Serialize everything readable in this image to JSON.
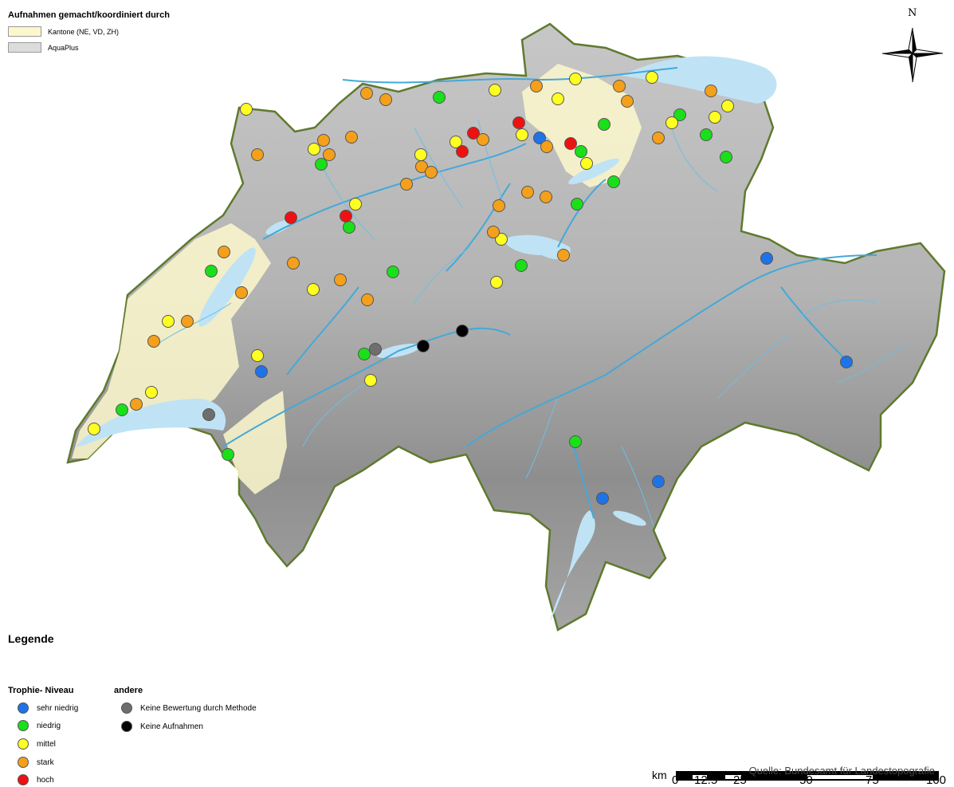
{
  "title": "Aufnahmen gemacht/koordiniert durch",
  "providers": [
    {
      "label": "Kantone (NE, VD, ZH)",
      "color": "#fbf8cc"
    },
    {
      "label": "AquaPlus",
      "color": "#dcdcdc"
    }
  ],
  "north": "N",
  "legend": {
    "title": "Legende",
    "trophie_heading": "Trophie- Niveau",
    "andere_heading": "andere",
    "trophie": [
      {
        "label": "sehr niedrig",
        "color": "#1e73e8"
      },
      {
        "label": "niedrig",
        "color": "#19e019"
      },
      {
        "label": "mittel",
        "color": "#ffff22"
      },
      {
        "label": "stark",
        "color": "#f5a01a"
      },
      {
        "label": "hoch",
        "color": "#ee1111"
      }
    ],
    "andere": [
      {
        "label": "Keine Bewertung durch Methode",
        "color": "#6e6e6e"
      },
      {
        "label": "Keine Aufnahmen",
        "color": "#000000"
      }
    ]
  },
  "source": "Quelle: Bundesamt für Landestopografie",
  "scale": {
    "unit": "km",
    "ticks": [
      "0",
      "12.5",
      "25",
      "50",
      "75",
      "100"
    ]
  }
}
